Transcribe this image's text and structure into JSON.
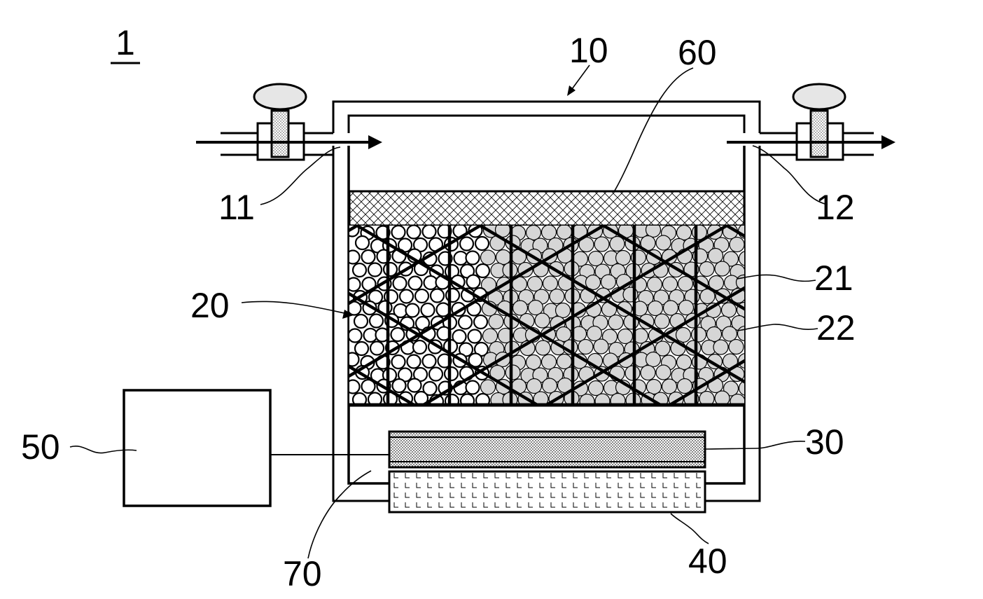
{
  "figure": {
    "label": "1"
  },
  "callouts": {
    "container": "10",
    "inlet": "11",
    "outlet": "12",
    "filter_layer": "60",
    "adsorbent_structure": "20",
    "honeycomb_frame": "21",
    "adsorbent_particle": "22",
    "heater": "30",
    "cooler": "40",
    "controller": "50",
    "lower_chamber": "70"
  },
  "colors": {
    "line": "#000000",
    "background": "#ffffff",
    "particle_fill": "#d6d6d6",
    "valve_fill": "#e6e6e6"
  }
}
